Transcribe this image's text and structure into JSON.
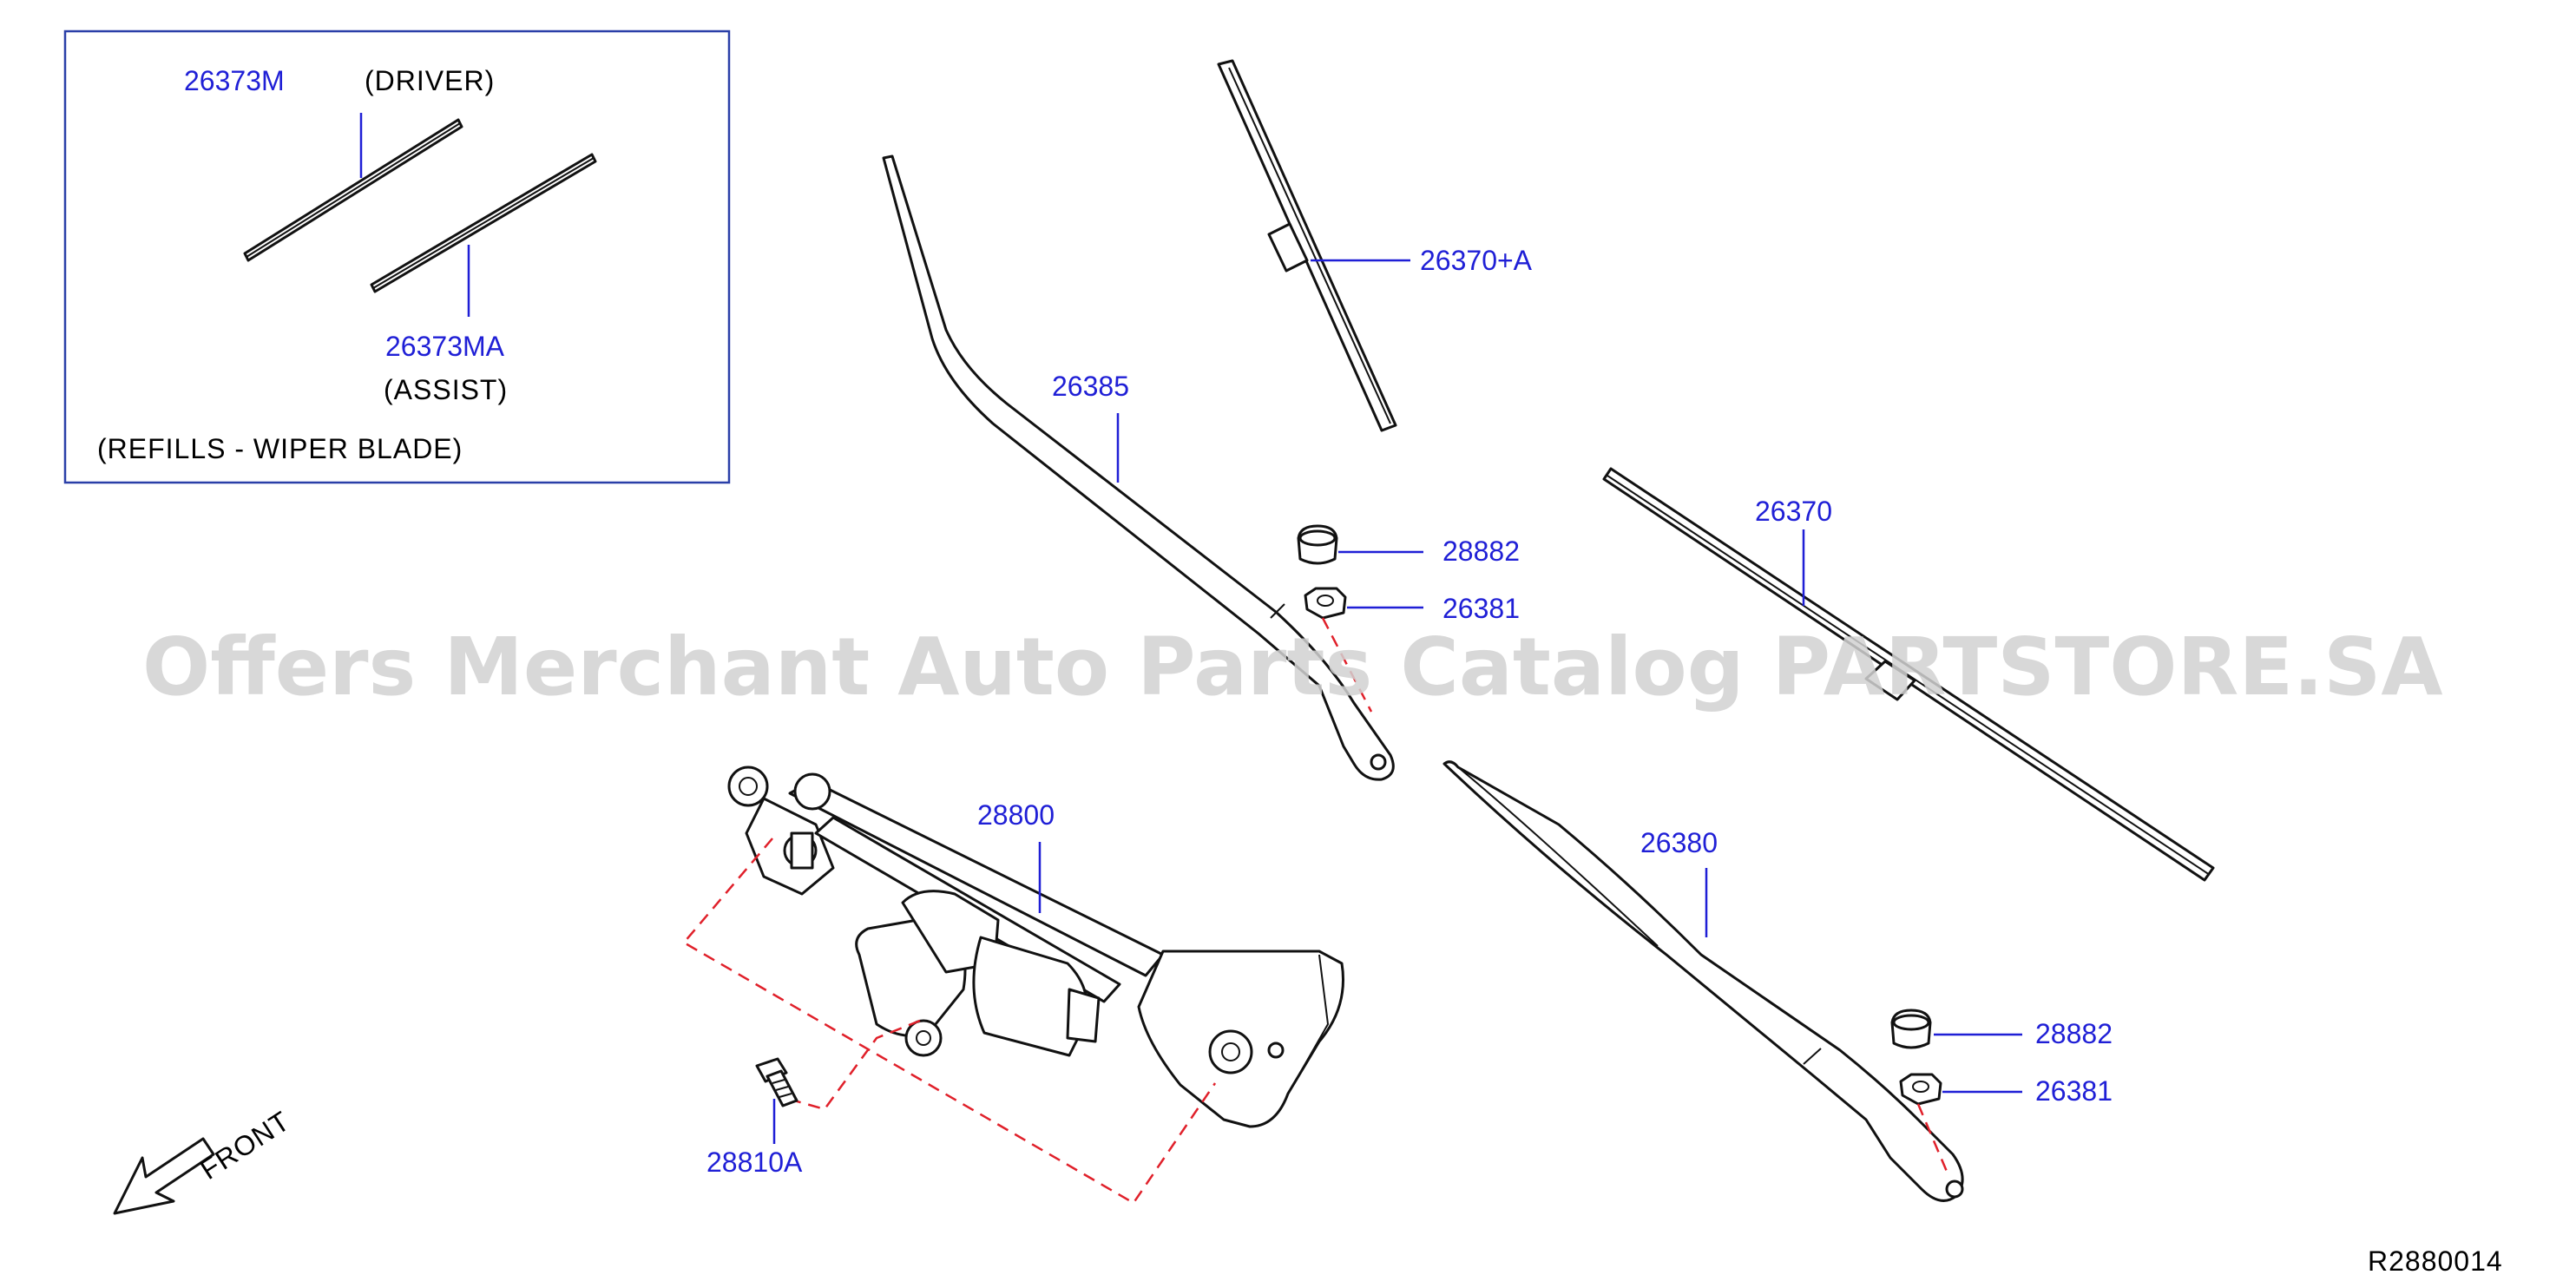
{
  "inset": {
    "driver_part": "26373M",
    "driver_note": "(DRIVER)",
    "assist_part": "26373MA",
    "assist_note": "(ASSIST)",
    "caption": "(REFILLS  -  WIPER  BLADE)"
  },
  "parts": {
    "blade_driver": "26370+A",
    "arm_driver": "26385",
    "cap_upper": "28882",
    "nut_upper": "26381",
    "blade_assist": "26370",
    "arm_assist": "26380",
    "cap_lower": "28882",
    "nut_lower": "26381",
    "linkage_motor": "28800",
    "bolt": "28810A"
  },
  "front_label": "FRONT",
  "watermark": "Offers Merchant Auto Parts Catalog PARTSTORE.SA",
  "diagram_code": "R2880014",
  "colors": {
    "part_label": "#1f1fd6",
    "dashed_lines": "#e0202a",
    "ink": "#111111",
    "watermark": "#d2d2d2"
  }
}
